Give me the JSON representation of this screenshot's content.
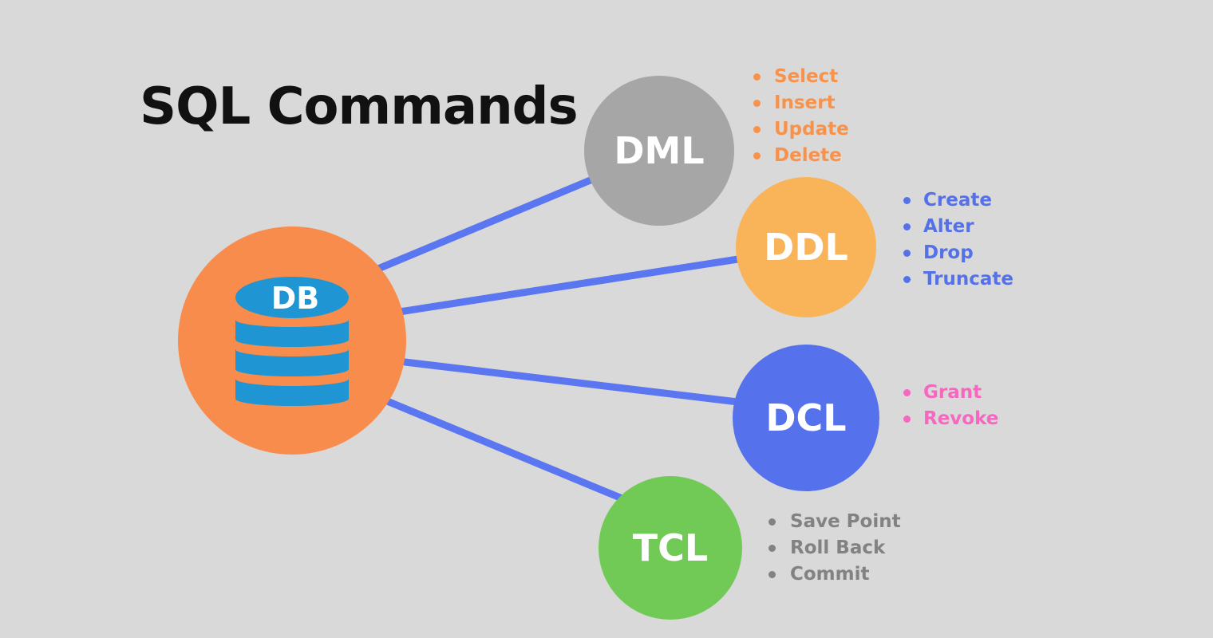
{
  "title": "SQL Commands",
  "background_color": "#D9D9D9",
  "connector_color": "#5B76F1",
  "center": {
    "label": "DB",
    "circle_color": "#F78C4C",
    "icon": "database-cylinder-icon",
    "icon_color": "#2095D3"
  },
  "nodes": [
    {
      "label": "DML",
      "circle_color": "#A6A6A6",
      "items_color": "#F8924B",
      "items": [
        "Select",
        "Insert",
        "Update",
        "Delete"
      ]
    },
    {
      "label": "DDL",
      "circle_color": "#F9B45A",
      "items_color": "#5571E8",
      "items": [
        "Create",
        "Alter",
        "Drop",
        "Truncate"
      ]
    },
    {
      "label": "DCL",
      "circle_color": "#5572EC",
      "items_color": "#F767C0",
      "items": [
        "Grant",
        "Revoke"
      ]
    },
    {
      "label": "TCL",
      "circle_color": "#70CA55",
      "items_color": "#828282",
      "items": [
        "Save Point",
        "Roll Back",
        "Commit"
      ]
    }
  ]
}
